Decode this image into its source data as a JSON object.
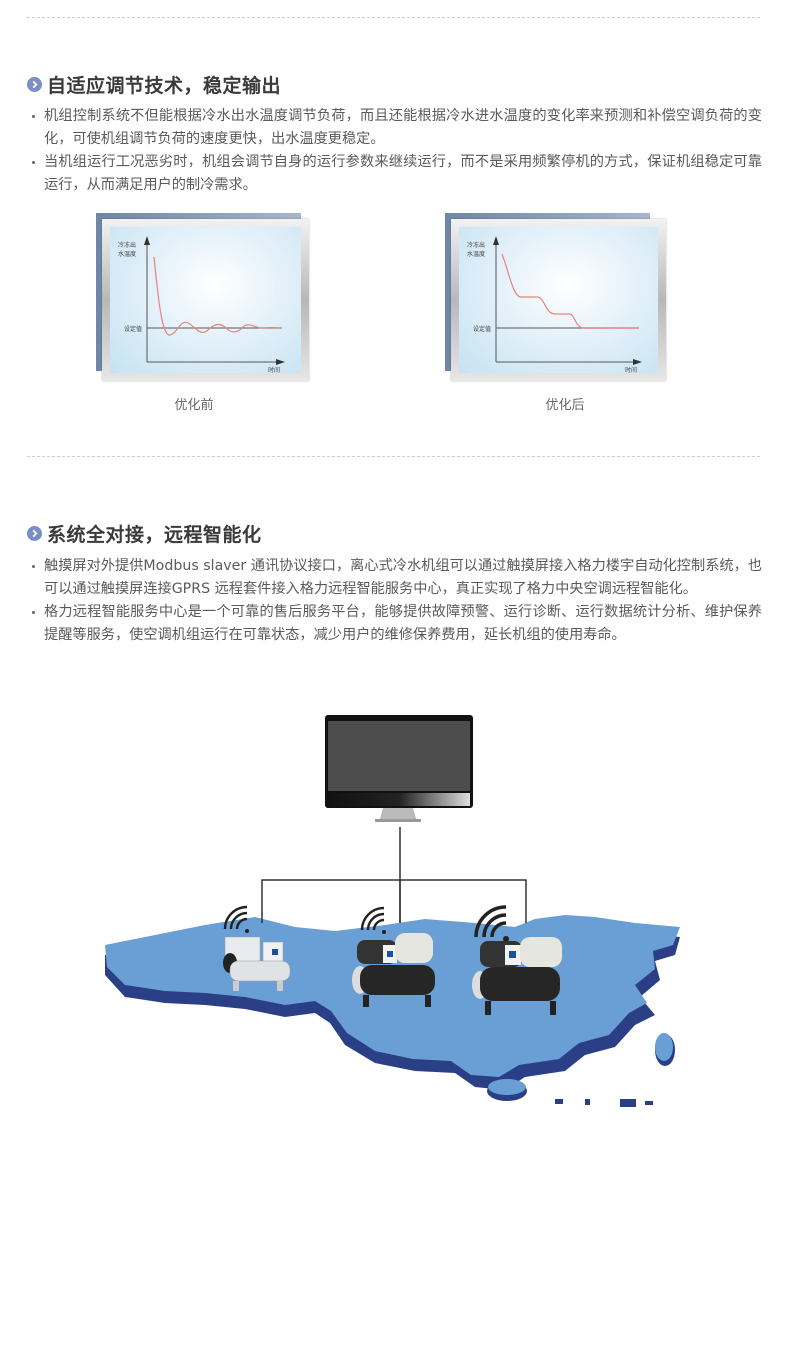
{
  "section1": {
    "title": "自适应调节技术，稳定输出",
    "bullets": [
      "机组控制系统不但能根据冷水出水温度调节负荷，而且还能根据冷水进水温度的变化率来预测和补偿空调负荷的变化，可使机组调节负荷的速度更快，出水温度更稳定。",
      "当机组运行工况恶劣时，机组会调节自身的运行参数来继续运行，而不是采用频繁停机的方式，保证机组稳定可靠运行，从而满足用户的制冷需求。"
    ]
  },
  "charts": {
    "before": {
      "caption": "优化前",
      "ylabel_line1": "冷冻出",
      "ylabel_line2": "水温度",
      "setpoint_label": "设定值",
      "xlabel": "时间"
    },
    "after": {
      "caption": "优化后",
      "ylabel_line1": "冷冻出",
      "ylabel_line2": "水温度",
      "setpoint_label": "设定值",
      "xlabel": "时间"
    }
  },
  "chart_data": [
    {
      "type": "line",
      "title": "优化前",
      "xlabel": "时间",
      "ylabel": "冷冻出水温度",
      "annotations": [
        "设定值"
      ],
      "series": [
        {
          "name": "出水温度",
          "description": "damped oscillation around setpoint",
          "x": [
            0,
            1,
            2,
            3,
            4,
            5,
            6,
            7,
            8,
            9,
            10
          ],
          "values": [
            10,
            0.2,
            -1.5,
            1.2,
            -0.9,
            0.8,
            -0.6,
            0.4,
            -0.2,
            0.1,
            0
          ]
        },
        {
          "name": "设定值",
          "values": [
            0,
            0,
            0,
            0,
            0,
            0,
            0,
            0,
            0,
            0,
            0
          ]
        }
      ],
      "grid": false
    },
    {
      "type": "line",
      "title": "优化后",
      "xlabel": "时间",
      "ylabel": "冷冻出水温度",
      "annotations": [
        "设定值"
      ],
      "series": [
        {
          "name": "出水温度",
          "description": "stepped decline to setpoint without overshoot",
          "x": [
            0,
            1,
            2,
            3,
            4,
            5,
            6,
            7,
            8,
            9,
            10
          ],
          "values": [
            10,
            4.5,
            4.5,
            2.3,
            2.3,
            0,
            0,
            0,
            0,
            0,
            0
          ]
        },
        {
          "name": "设定值",
          "values": [
            0,
            0,
            0,
            0,
            0,
            0,
            0,
            0,
            0,
            0,
            0
          ]
        }
      ],
      "grid": false
    }
  ],
  "section2": {
    "title": "系统全对接，远程智能化",
    "bullets": [
      "触摸屏对外提供Modbus slaver 通讯协议接口，离心式冷水机组可以通过触摸屏接入格力楼宇自动化控制系统，也可以通过触摸屏连接GPRS 远程套件接入格力远程智能服务中心，真正实现了格力中央空调远程智能化。",
      "格力远程智能服务中心是一个可靠的售后服务平台，能够提供故障预警、运行诊断、运行数据统计分析、维护保养提醒等服务，使空调机组运行在可靠状态，减少用户的维修保养费用，延长机组的使用寿命。"
    ]
  },
  "colors": {
    "accent": "#7b8fc6",
    "map_top": "#6a9fd6",
    "map_side": "#2b3f86",
    "curve": "#e8847a"
  }
}
